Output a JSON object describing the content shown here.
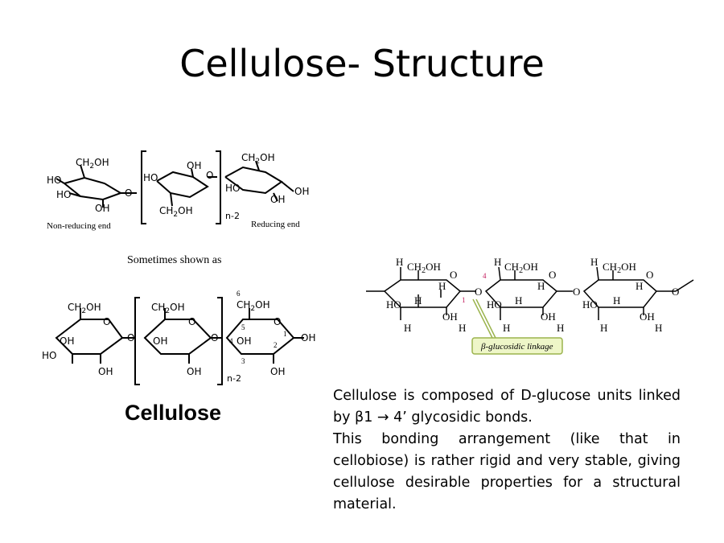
{
  "slide": {
    "title": "Cellulose- Structure",
    "caption": "Cellulose",
    "sometimes_label": "Sometimes shown as",
    "non_reducing_label": "Non-reducing end",
    "reducing_label": "Reducing end",
    "repeat_label": "n-2",
    "repeat_label_2": "n-2",
    "linkage_label": "β-glucosidic linkage",
    "description": [
      "Cellulose is composed of D-glucose units linked by β1 → 4’ glycosidic bonds.",
      "This bonding arrangement (like that in cellobiose) is rather rigid and very stable, giving cellulose desirable properties for a structural material."
    ]
  },
  "diagram_labels": {
    "ch2oh": "CH2OH",
    "oh": "OH",
    "ho": "HO",
    "h": "H",
    "o": "O",
    "numbers": [
      "6",
      "5",
      "4",
      "3",
      "2",
      "1"
    ]
  }
}
